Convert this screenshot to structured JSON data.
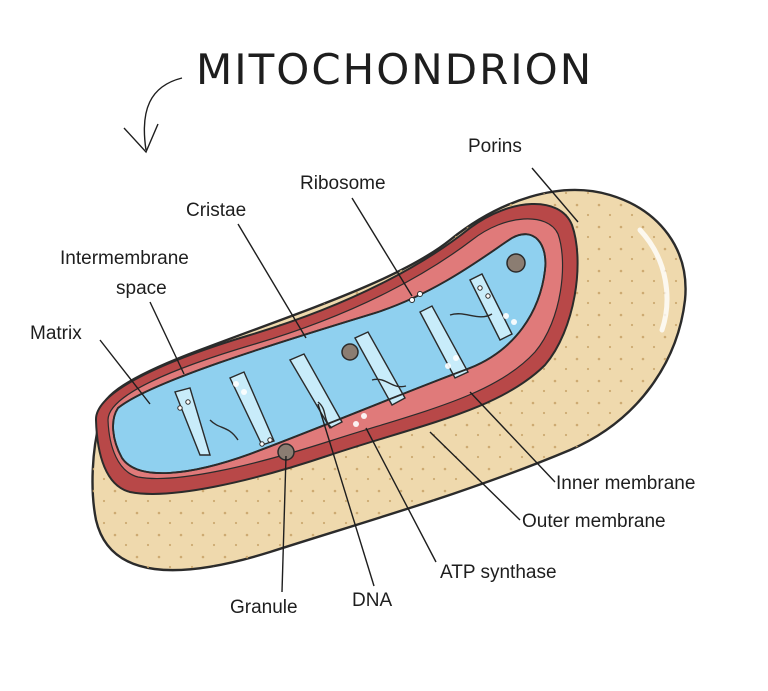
{
  "title": "MITOCHONDRION",
  "labels": {
    "porins": "Porins",
    "ribosome": "Ribosome",
    "cristae": "Cristae",
    "intermembrane_line1": "Intermembrane",
    "intermembrane_line2": "space",
    "matrix": "Matrix",
    "inner_membrane": "Inner membrane",
    "outer_membrane": "Outer membrane",
    "atp_synthase": "ATP synthase",
    "dna": "DNA",
    "granule": "Granule"
  },
  "colors": {
    "outer_shell": "#efd9ad",
    "outer_shell_edge": "#2b2b2b",
    "membrane_red": "#b84848",
    "membrane_light": "#e07a7a",
    "matrix_blue": "#8fd0ef",
    "matrix_light": "#c8ecfa",
    "ink": "#1e1e1e"
  }
}
